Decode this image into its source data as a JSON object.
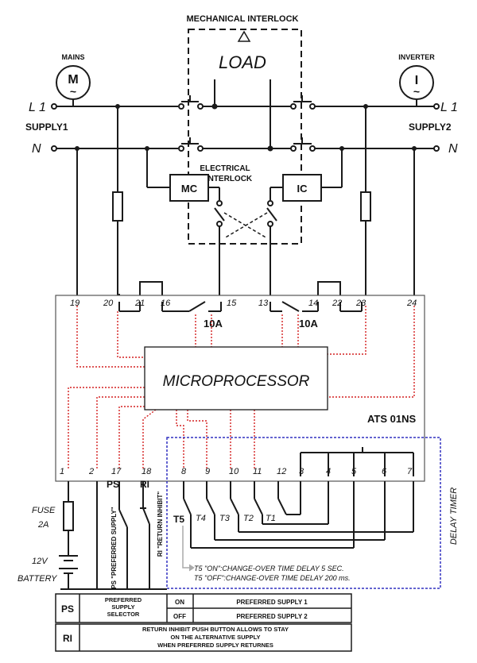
{
  "labels": {
    "mechanical_interlock": "MECHANICAL INTERLOCK",
    "load": "LOAD",
    "mains": "MAINS",
    "inverter": "INVERTER",
    "l1_left": "L 1",
    "l1_right": "L 1",
    "n_left": "N",
    "n_right": "N",
    "supply1": "SUPPLY1",
    "supply2": "SUPPLY2",
    "electrical_interlock_1": "ELECTRICAL",
    "electrical_interlock_2": "INTERLOCK",
    "mc": "MC",
    "ic": "IC",
    "fuse_10a_left": "10A",
    "fuse_10a_right": "10A",
    "microprocessor": "MICROPROCESSOR",
    "model": "ATS 01NS",
    "fuse": "FUSE",
    "fuse_rating": "2A",
    "battery_voltage": "12V",
    "battery": "BATTERY",
    "ps": "PS",
    "ri": "RI",
    "ps_vertical": "PS \"PREFERRED SUPPLY\"",
    "ri_vertical": "RI \"RETURN INHIBIT\"",
    "delay_timer": "DELAY TIMER",
    "t5": "T5",
    "t4": "T4",
    "t3": "T3",
    "t2": "T2",
    "t1": "T1",
    "t5_on": "T5 \"ON\":CHANGE-OVER TIME DELAY 5 SEC.",
    "t5_off": "T5 \"OFF\":CHANGE-OVER TIME DELAY 200 ms."
  },
  "terminals_top": [
    "19",
    "20",
    "21",
    "16",
    "15",
    "13",
    "14",
    "22",
    "23",
    "24"
  ],
  "terminals_bottom": [
    "1",
    "2",
    "17",
    "18",
    "8",
    "9",
    "10",
    "11",
    "12",
    "3",
    "4",
    "5",
    "6",
    "7"
  ],
  "table": {
    "ps_label": "PS",
    "ps_desc_1": "PREFERRED",
    "ps_desc_2": "SUPPLY",
    "ps_desc_3": "SELECTOR",
    "on": "ON",
    "off": "OFF",
    "ps_on_value": "PREFERRED SUPPLY 1",
    "ps_off_value": "PREFERRED SUPPLY 2",
    "ri_label": "RI",
    "ri_desc_1": "RETURN INHIBIT PUSH BUTTON ALLOWS TO STAY",
    "ri_desc_2": "ON THE ALTERNATIVE SUPPLY",
    "ri_desc_3": "WHEN PREFERRED SUPPLY RETURNES"
  },
  "colors": {
    "line": "#1a1a1a",
    "signal": "#d42020",
    "timer_box": "#3030c0",
    "note": "#aaaaaa"
  }
}
